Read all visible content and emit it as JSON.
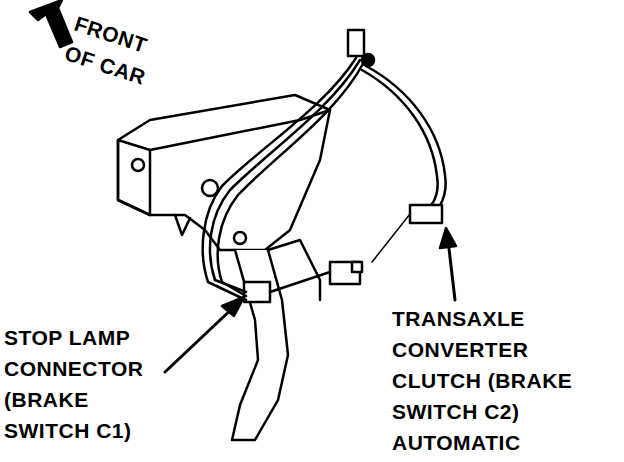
{
  "diagram": {
    "labels": [
      "FRONT OF CAR",
      "STOP LAMP CONNECTOR (BRAKE SWITCH C1)",
      "TRANSAXLE CONVERTER CLUTCH (BRAKE SWITCH C2) AUTOMATIC"
    ]
  }
}
